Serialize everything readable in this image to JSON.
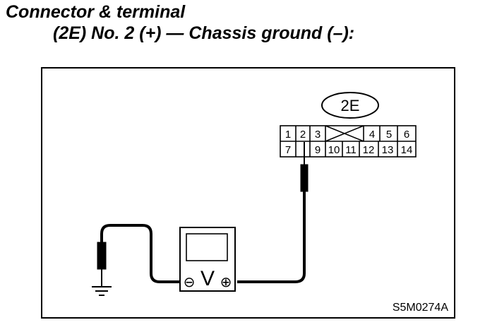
{
  "heading": {
    "line1": "Connector & terminal",
    "line2": "(2E) No. 2 (+) — Chassis ground (–):"
  },
  "connector": {
    "label": "2E",
    "top_row": [
      "1",
      "2",
      "3",
      "",
      "4",
      "5",
      "6"
    ],
    "bottom_row": [
      "7",
      "",
      "9",
      "10",
      "11",
      "12",
      "13",
      "14"
    ]
  },
  "meter": {
    "symbol": "V",
    "negative_symbol": "⊖",
    "positive_symbol": "⊕"
  },
  "figure_id": "S5M0274A"
}
